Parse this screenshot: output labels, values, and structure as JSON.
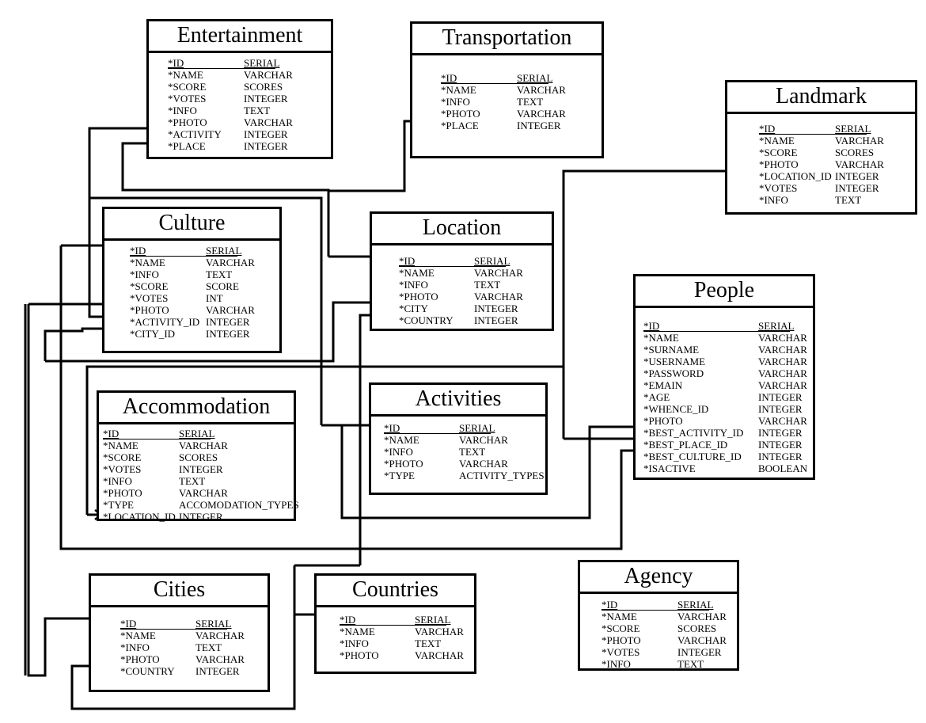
{
  "tables": [
    {
      "id": "entertainment",
      "title": "Entertainment",
      "fields": [
        [
          "*ID",
          "SERIAL"
        ],
        [
          "*NAME",
          "VARCHAR"
        ],
        [
          "*SCORE",
          "SCORES"
        ],
        [
          "*VOTES",
          "INTEGER"
        ],
        [
          "*INFO",
          "TEXT"
        ],
        [
          "*PHOTO",
          "VARCHAR"
        ],
        [
          "*ACTIVITY",
          "INTEGER"
        ],
        [
          "*PLACE",
          "INTEGER"
        ]
      ]
    },
    {
      "id": "transportation",
      "title": "Transportation",
      "fields": [
        [
          "*ID",
          "SERIAL"
        ],
        [
          "*NAME",
          "VARCHAR"
        ],
        [
          "*INFO",
          "TEXT"
        ],
        [
          "*PHOTO",
          "VARCHAR"
        ],
        [
          "*PLACE",
          "INTEGER"
        ]
      ]
    },
    {
      "id": "landmark",
      "title": "Landmark",
      "fields": [
        [
          "*ID",
          "SERIAL"
        ],
        [
          "*NAME",
          "VARCHAR"
        ],
        [
          "*SCORE",
          "SCORES"
        ],
        [
          "*PHOTO",
          "VARCHAR"
        ],
        [
          "*LOCATION_ID",
          "INTEGER"
        ],
        [
          "*VOTES",
          "INTEGER"
        ],
        [
          "*INFO",
          "TEXT"
        ]
      ]
    },
    {
      "id": "culture",
      "title": "Culture",
      "fields": [
        [
          "*ID",
          "SERIAL"
        ],
        [
          "*NAME",
          "VARCHAR"
        ],
        [
          "*INFO",
          "TEXT"
        ],
        [
          "*SCORE",
          "SCORE"
        ],
        [
          "*VOTES",
          "INT"
        ],
        [
          "*PHOTO",
          "VARCHAR"
        ],
        [
          "*ACTIVITY_ID",
          "INTEGER"
        ],
        [
          "*CITY_ID",
          "INTEGER"
        ]
      ]
    },
    {
      "id": "location",
      "title": "Location",
      "fields": [
        [
          "*ID",
          "SERIAL"
        ],
        [
          "*NAME",
          "VARCHAR"
        ],
        [
          "*INFO",
          "TEXT"
        ],
        [
          "*PHOTO",
          "VARCHAR"
        ],
        [
          "*CITY",
          "INTEGER"
        ],
        [
          "*COUNTRY",
          "INTEGER"
        ]
      ]
    },
    {
      "id": "people",
      "title": "People",
      "fields": [
        [
          "*ID",
          "SERIAL"
        ],
        [
          "*NAME",
          "VARCHAR"
        ],
        [
          "*SURNAME",
          "VARCHAR"
        ],
        [
          "*USERNAME",
          "VARCHAR"
        ],
        [
          "*PASSWORD",
          "VARCHAR"
        ],
        [
          "*EMAIN",
          "VARCHAR"
        ],
        [
          "*AGE",
          "INTEGER"
        ],
        [
          "*WHENCE_ID",
          "INTEGER"
        ],
        [
          "*PHOTO",
          "VARCHAR"
        ],
        [
          "*BEST_ACTIVITY_ID",
          "INTEGER"
        ],
        [
          "*BEST_PLACE_ID",
          "INTEGER"
        ],
        [
          "*BEST_CULTURE_ID",
          "INTEGER"
        ],
        [
          "*ISACTIVE",
          "BOOLEAN"
        ]
      ]
    },
    {
      "id": "accommodation",
      "title": "Accommodation",
      "fields": [
        [
          "*ID",
          "SERIAL"
        ],
        [
          "*NAME",
          "VARCHAR"
        ],
        [
          "*SCORE",
          "SCORES"
        ],
        [
          "*VOTES",
          "INTEGER"
        ],
        [
          "*INFO",
          "TEXT"
        ],
        [
          "*PHOTO",
          "VARCHAR"
        ],
        [
          "*TYPE",
          "ACCOMODATION_TYPES"
        ],
        [
          "*LOCATION_ID",
          "INTEGER"
        ]
      ]
    },
    {
      "id": "activities",
      "title": "Activities",
      "fields": [
        [
          "*ID",
          "SERIAL"
        ],
        [
          "*NAME",
          "VARCHAR"
        ],
        [
          "*INFO",
          "TEXT"
        ],
        [
          "*PHOTO",
          "VARCHAR"
        ],
        [
          "*TYPE",
          "ACTIVITY_TYPES"
        ]
      ]
    },
    {
      "id": "agency",
      "title": "Agency",
      "fields": [
        [
          "*ID",
          "SERIAL"
        ],
        [
          "*NAME",
          "VARCHAR"
        ],
        [
          "*SCORE",
          "SCORES"
        ],
        [
          "*PHOTO",
          "VARCHAR"
        ],
        [
          "*VOTES",
          "INTEGER"
        ],
        [
          "*INFO",
          "TEXT"
        ]
      ]
    },
    {
      "id": "cities",
      "title": "Cities",
      "fields": [
        [
          "*ID",
          "SERIAL"
        ],
        [
          "*NAME",
          "VARCHAR"
        ],
        [
          "*INFO",
          "TEXT"
        ],
        [
          "*PHOTO",
          "VARCHAR"
        ],
        [
          "*COUNTRY",
          "INTEGER"
        ]
      ]
    },
    {
      "id": "countries",
      "title": "Countries",
      "fields": [
        [
          "*ID",
          "SERIAL"
        ],
        [
          "*NAME",
          "VARCHAR"
        ],
        [
          "*INFO",
          "TEXT"
        ],
        [
          "*PHOTO",
          "VARCHAR"
        ]
      ]
    }
  ]
}
